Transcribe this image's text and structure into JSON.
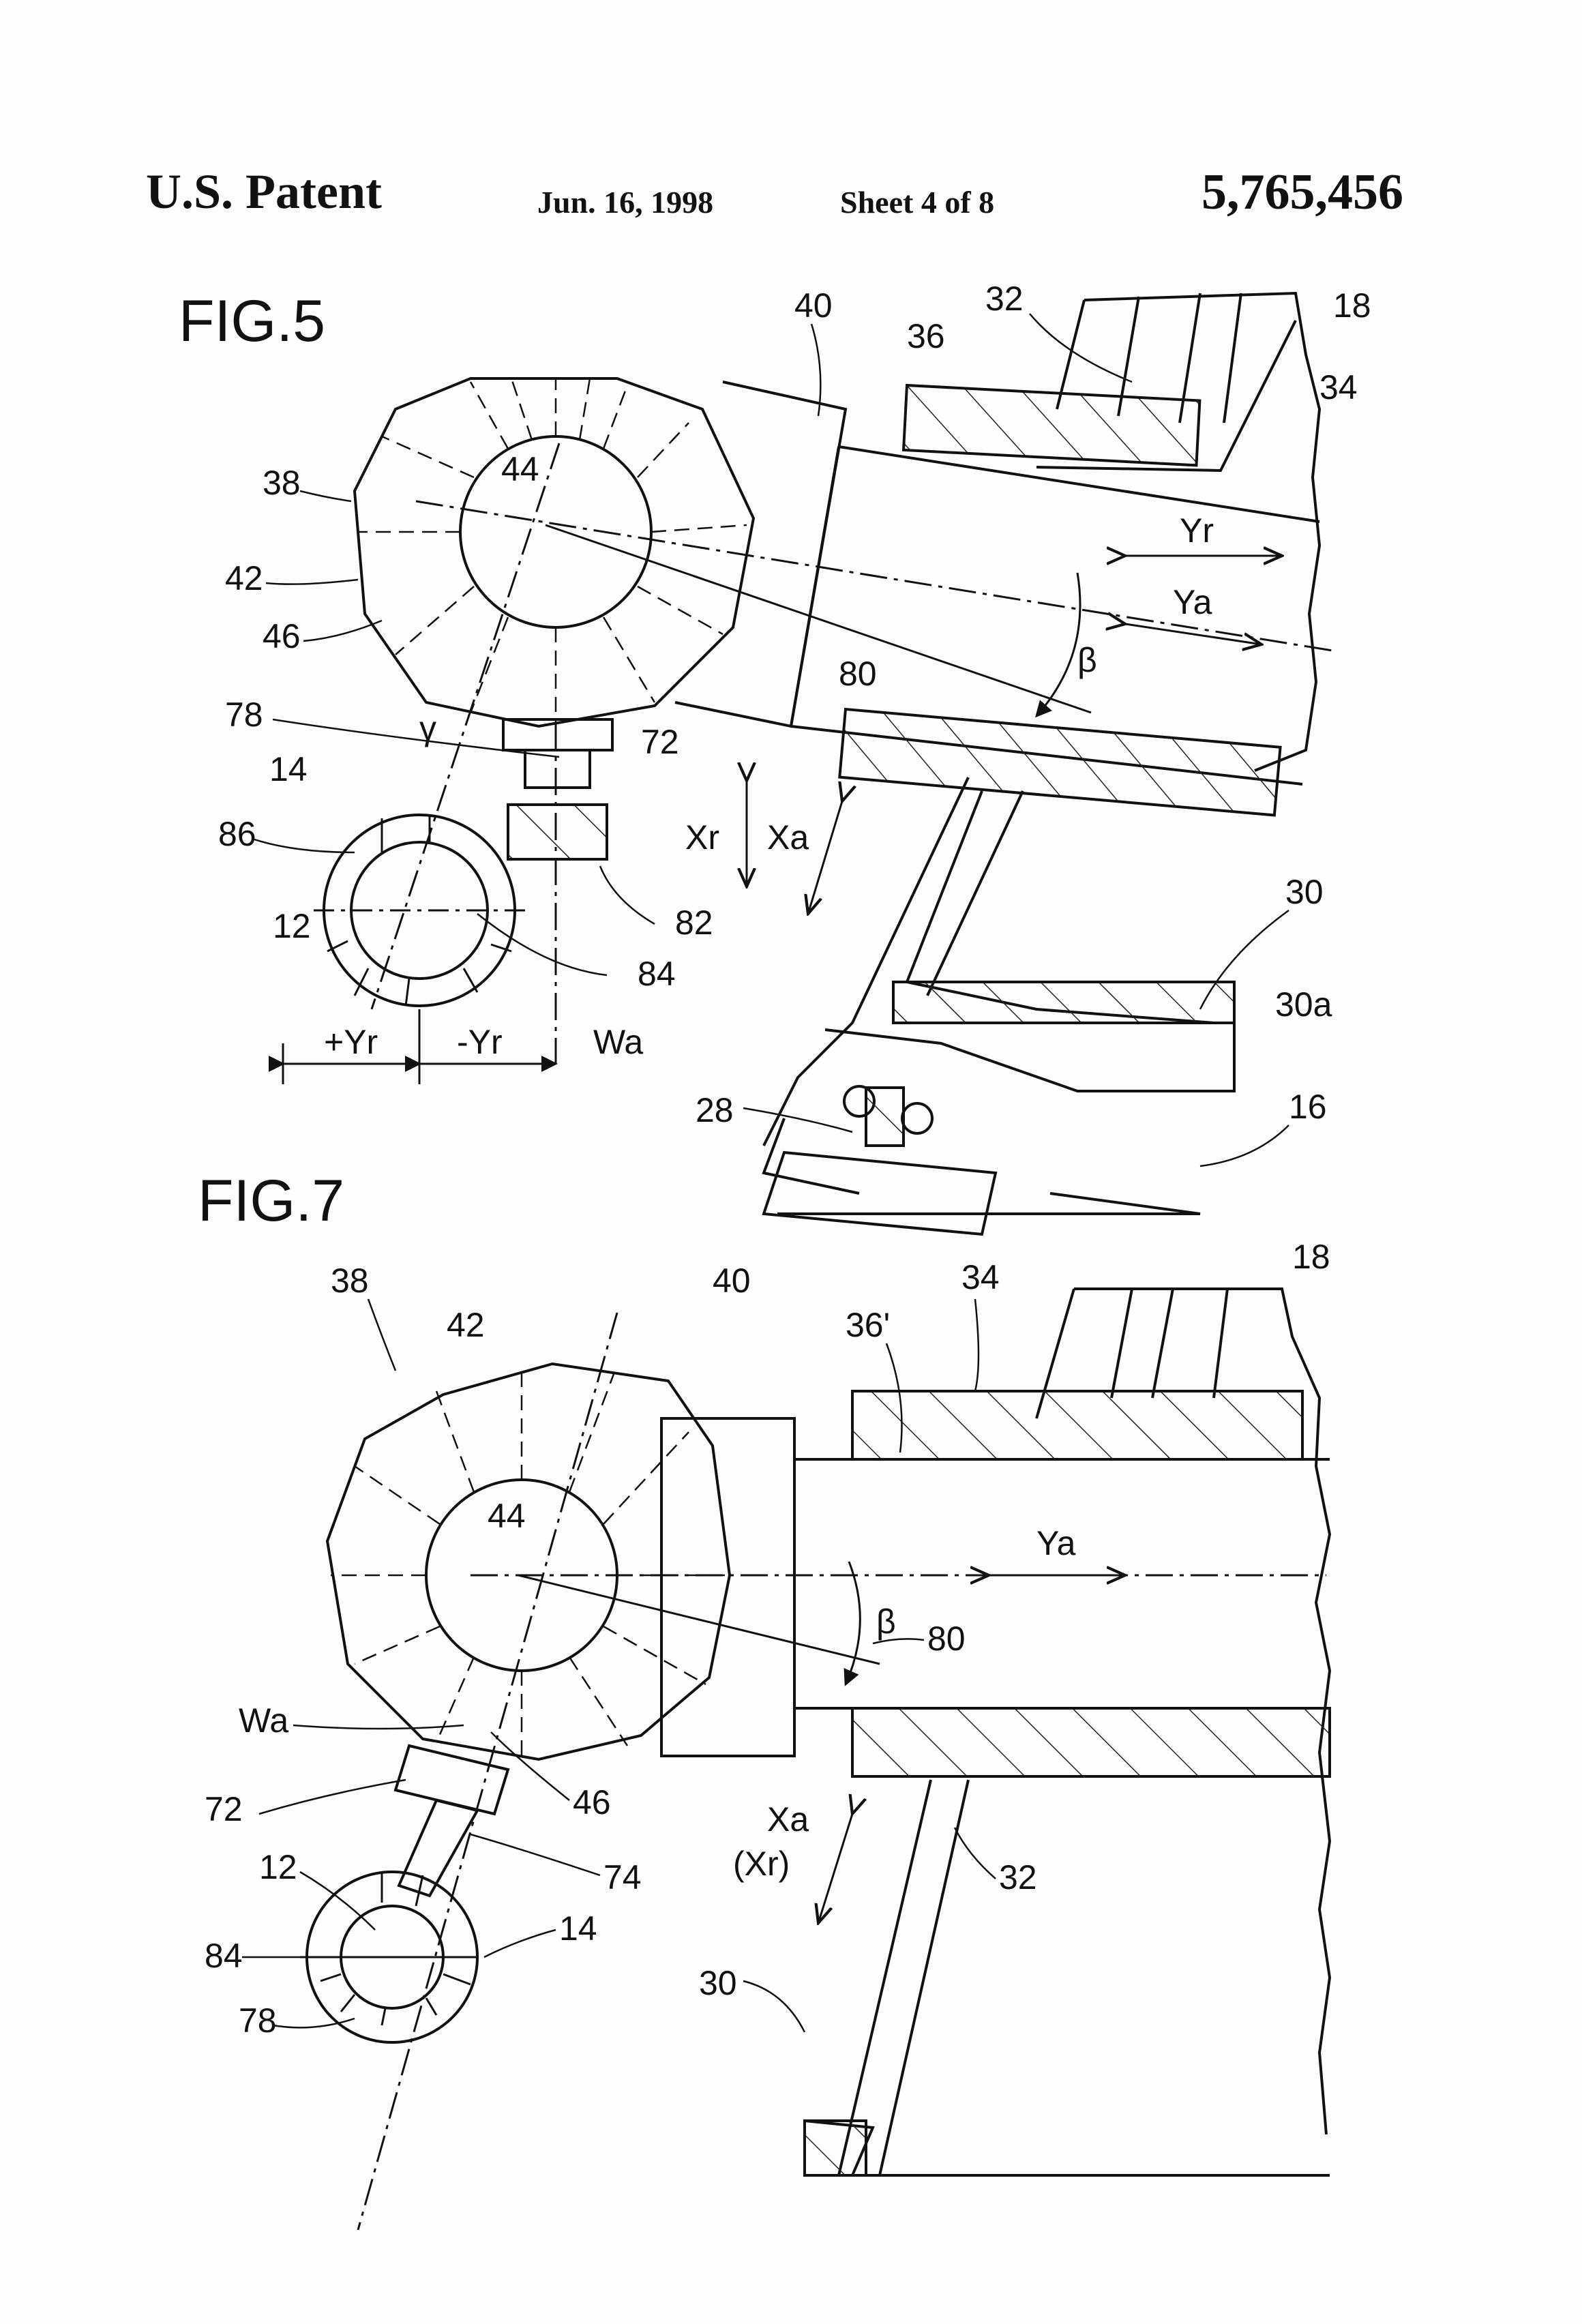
{
  "header": {
    "title": "U.S. Patent",
    "date": "Jun. 16, 1998",
    "sheet": "Sheet 4 of 8",
    "patent_number": "5,765,456"
  },
  "fig5": {
    "title": "FIG.5",
    "labels": {
      "l40": "40",
      "l32": "32",
      "l18": "18",
      "l36": "36",
      "l34": "34",
      "l38": "38",
      "l44": "44",
      "l42": "42",
      "l46": "46",
      "l80": "80",
      "lbeta": "β",
      "lYr": "Yr",
      "lYa": "Ya",
      "l78": "78",
      "lgamma": "γ",
      "l72": "72",
      "l14": "14",
      "l86": "86",
      "lXr": "Xr",
      "lXa": "Xa",
      "l82": "82",
      "l12": "12",
      "l84": "84",
      "l30": "30",
      "l30a": "30a",
      "lpYr": "+Yr",
      "lmYr": "-Yr",
      "lWa": "Wa",
      "l28": "28",
      "l16": "16"
    }
  },
  "fig7": {
    "title": "FIG.7",
    "labels": {
      "l18": "18",
      "l38": "38",
      "l40": "40",
      "l34": "34",
      "l42": "42",
      "l36p": "36'",
      "l44": "44",
      "lYa": "Ya",
      "lbeta": "β",
      "l80": "80",
      "lWa": "Wa",
      "l72": "72",
      "l46": "46",
      "l12": "12",
      "l74": "74",
      "lXa": "Xa",
      "lXr": "(Xr)",
      "l32": "32",
      "l84": "84",
      "l14": "14",
      "l30": "30",
      "l78": "78"
    }
  }
}
